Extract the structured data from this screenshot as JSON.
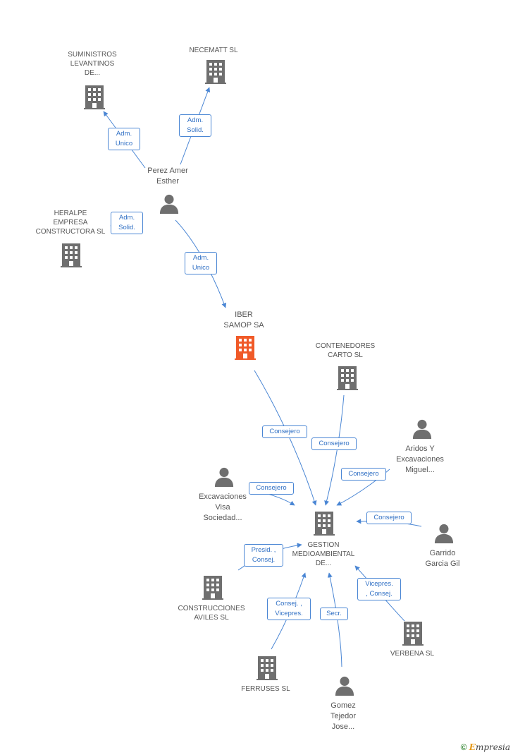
{
  "nodes": {
    "suministros": "SUMINISTROS\nLEVANTINOS\nDE...",
    "necematt": "NECEMATT SL",
    "perez_amer": "Perez Amer\nEsther",
    "heralpe": "HERALPE\nEMPRESA\nCONSTRUCTORA SL",
    "iber_samop": "IBER\nSAMOP SA",
    "contenedores": "CONTENEDORES\nCARTO SL",
    "aridos": "Aridos Y\nExcavaciones\nMiguel...",
    "excavaciones_visa": "Excavaciones\nVisa\nSociedad...",
    "gestion": "GESTION\nMEDIOAMBIENTAL\nDE...",
    "garrido": "Garrido\nGarcia Gil",
    "construcciones_aviles": "CONSTRUCCIONES\nAVILES SL",
    "verbena": "VERBENA SL",
    "ferruses": "FERRUSES SL",
    "gomez": "Gomez\nTejedor\nJose..."
  },
  "edges": {
    "perez_suministros": "Adm.\nUnico",
    "perez_necematt": "Adm.\nSolid.",
    "perez_heralpe": "Adm.\nSolid.",
    "perez_iber": "Adm.\nUnico",
    "iber_gestion": "Consejero",
    "contenedores_gestion": "Consejero",
    "aridos_gestion": "Consejero",
    "excavaciones_gestion": "Consejero",
    "garrido_gestion": "Consejero",
    "construcciones_gestion": "Presid. ,\nConsej.",
    "ferruses_gestion": "Consej. ,\nVicepres.",
    "gomez_gestion": "Secr.",
    "verbena_gestion": "Vicepres.\n, Consej."
  },
  "footer": {
    "copyright": "©",
    "brand_first": "E",
    "brand_rest": "mpresia"
  },
  "colors": {
    "building": "#6f6f6f",
    "building_focus": "#f05a28",
    "person": "#6f6f6f",
    "edge": "#4a86d4"
  }
}
